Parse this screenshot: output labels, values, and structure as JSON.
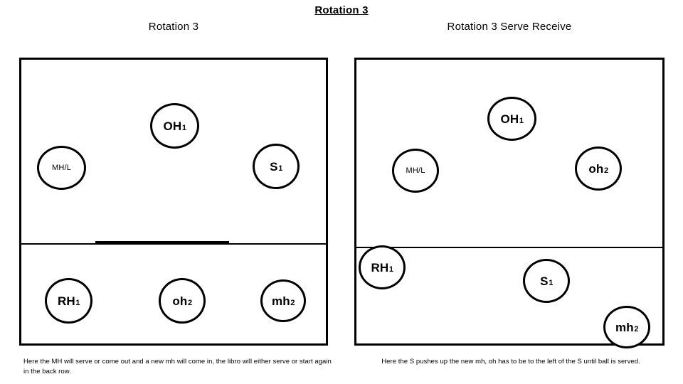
{
  "page": {
    "main_title": "Rotation 3"
  },
  "panels": [
    {
      "id": "left",
      "subtitle": "Rotation 3",
      "caption": "Here the MH will serve or come out and a new mh will come in, the libro will either serve or start again in the back row.",
      "players": [
        {
          "name": "OH",
          "sub": "1",
          "style": "bold"
        },
        {
          "name": "MH/L",
          "sub": "",
          "style": "small"
        },
        {
          "name": "S",
          "sub": "1",
          "style": "bold"
        },
        {
          "name": "RH",
          "sub": "1",
          "style": "bold"
        },
        {
          "name": "oh",
          "sub": "2",
          "style": "bold"
        },
        {
          "name": "mh",
          "sub": "2",
          "style": "bold"
        }
      ]
    },
    {
      "id": "right",
      "subtitle": "Rotation 3 Serve Receive",
      "caption": "Here the S pushes up the new mh, oh has to be to the left of the S until ball is served.",
      "players": [
        {
          "name": "OH",
          "sub": "1",
          "style": "bold"
        },
        {
          "name": "MH/L",
          "sub": "",
          "style": "small"
        },
        {
          "name": "oh",
          "sub": "2",
          "style": "bold"
        },
        {
          "name": "RH",
          "sub": "1",
          "style": "bold"
        },
        {
          "name": "S",
          "sub": "1",
          "style": "bold"
        },
        {
          "name": "mh",
          "sub": "2",
          "style": "bold"
        }
      ]
    }
  ],
  "colors": {
    "line": "#000000",
    "background": "#ffffff",
    "text": "#000000"
  }
}
